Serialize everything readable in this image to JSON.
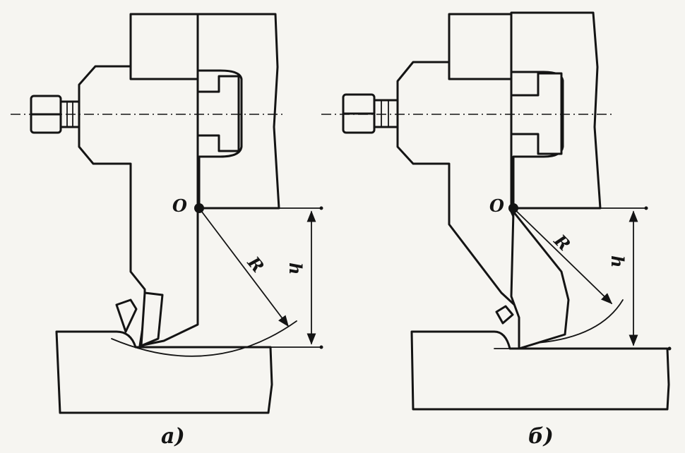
{
  "figure_a": {
    "point_label": "O",
    "radius_label": "R",
    "height_label": "h",
    "caption": "а)"
  },
  "figure_b": {
    "point_label": "O",
    "radius_label": "R",
    "height_label": "h",
    "caption": "б)"
  },
  "colors": {
    "ink": "#141414",
    "paper": "#f6f5f1"
  }
}
